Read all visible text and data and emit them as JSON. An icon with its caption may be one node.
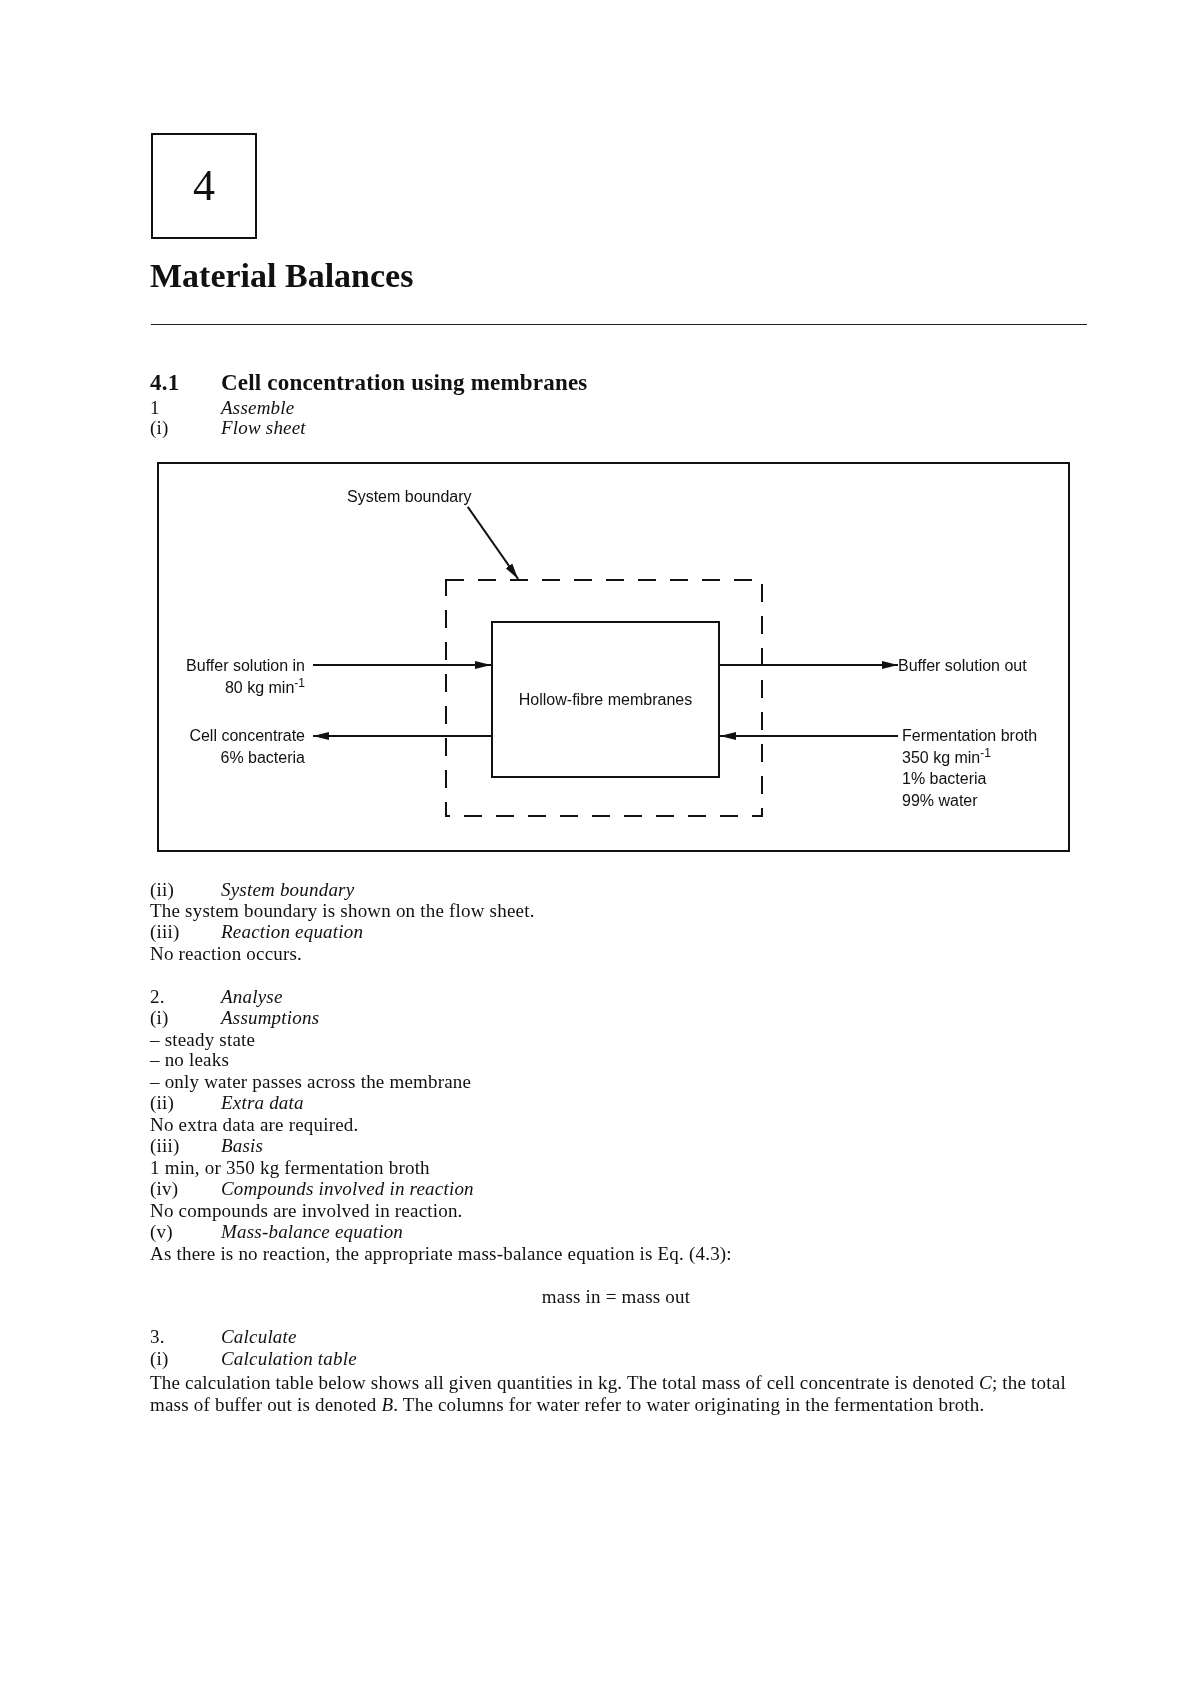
{
  "diagram": {
    "title": "Material Balances",
    "nodes": [
      {
        "text": [
          "4"
        ]
      },
      {
        "text": [],
        "shape": "box"
      },
      {
        "text": [
          "System boundary"
        ],
        "in": 1
      },
      {
        "text": [],
        "shape": "box",
        "in": 1
      },
      {
        "text": [
          "Buffer solution in",
          "80 kg min$^{-1}$"
        ],
        "in": 1
      },
      {
        "text": [
          "Hollow-fibre membranes"
        ],
        "in": 3
      },
      {
        "text": [
          "Buffer solution out"
        ],
        "in": 1
      },
      {
        "text": [
          "Cell concentrate",
          "6% bacteria"
        ],
        "in": 1
      },
      {
        "text": [
          "Fermentation broth",
          "350 kg min$^{-1}$",
          "1% bacteria",
          "99% water"
        ],
        "in": 1
      }
    ],
    "edges": [
      {
        "from": 2,
        "to": 3,
        "arrow": "to"
      },
      {
        "from": 4,
        "to": 5,
        "arrow": "to"
      },
      {
        "from": 5,
        "to": 6,
        "arrow": "to"
      },
      {
        "from": 5,
        "to": 7,
        "arrow": "to"
      },
      {
        "from": 8,
        "to": 5,
        "arrow": "to"
      }
    ],
    "labels": [
      "4.1",
      "Cell concentration using membranes",
      "1",
      "Assemble",
      "(i)",
      "Flow sheet",
      "(ii)",
      "System boundary",
      "The system boundary is shown on the flow sheet.",
      "(iii)",
      "Reaction equation",
      "No reaction occurs.",
      "2.",
      "Analyse",
      "(i)",
      "Assumptions",
      "– steady state",
      "– no leaks",
      "– only water passes across the membrane",
      "(ii)",
      "Extra data",
      "No extra data are required.",
      "(iii)",
      "Basis",
      "1 min, or 350 kg fermentation broth",
      "(iv)",
      "Compounds involved in reaction",
      "No compounds are involved in reaction.",
      "(v)",
      "Mass-balance equation",
      "As there is no reaction, the appropriate mass-balance equation is Eq. (4.3):",
      "mass in = mass out",
      "3.",
      "Calculate",
      "(i)",
      "Calculation table",
      "The calculation table below shows all given quantities in kg. The total mass of cell concentrate is denoted *C*; the total mass of buffer out is denoted *B*. The columns for water refer to water originating in the fermentation broth."
    ]
  }
}
